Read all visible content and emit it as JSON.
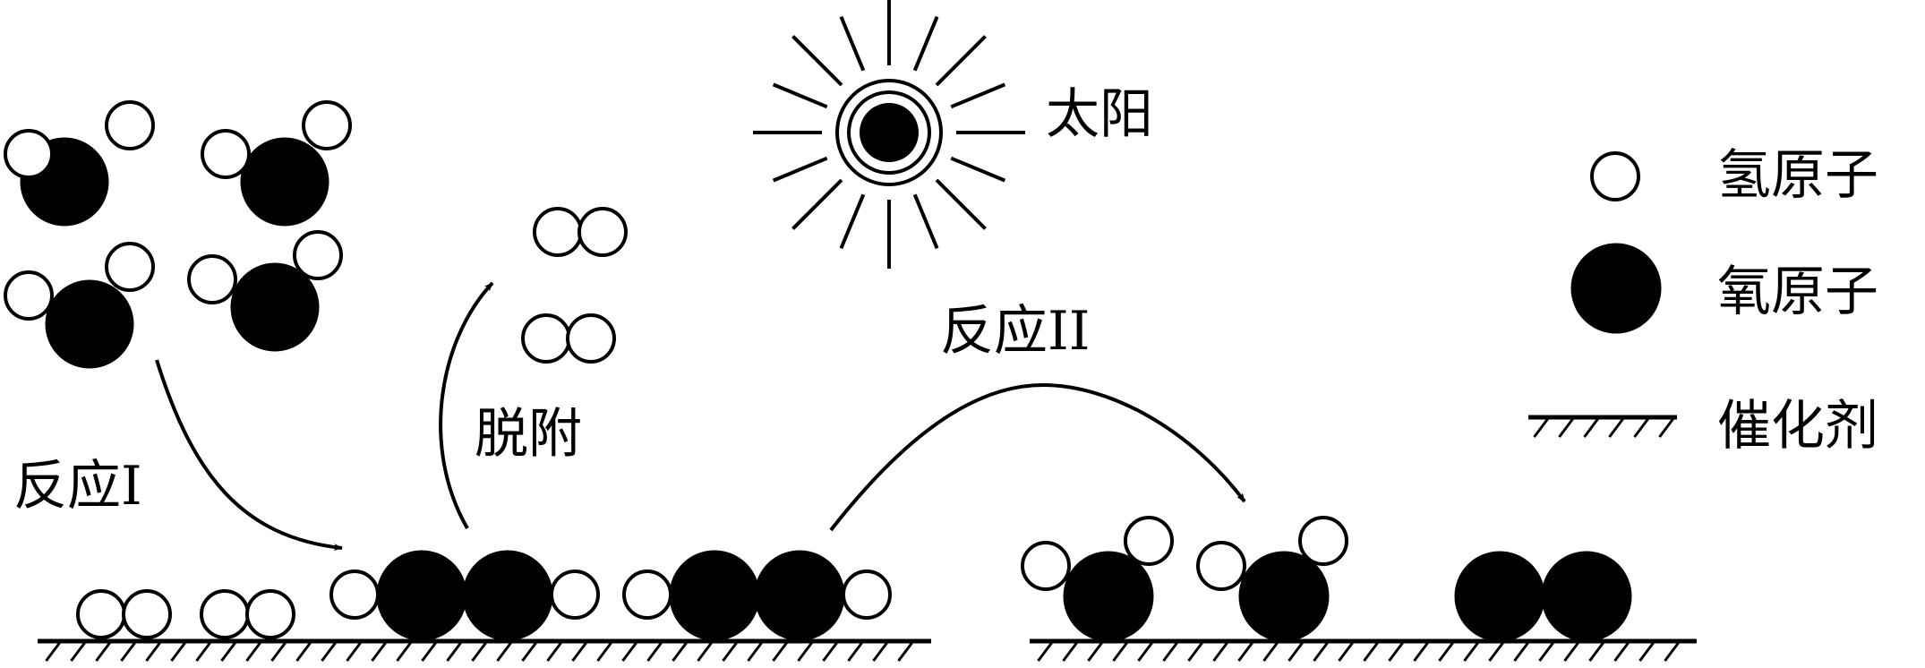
{
  "labels": {
    "reaction1": "反应I",
    "desorption": "脱附",
    "sun": "太阳",
    "reaction2": "反应II"
  },
  "legend": {
    "hydrogen": "氢原子",
    "oxygen": "氧原子",
    "catalyst": "催化剂"
  },
  "colors": {
    "ink": "#000000",
    "paper": "#ffffff"
  }
}
